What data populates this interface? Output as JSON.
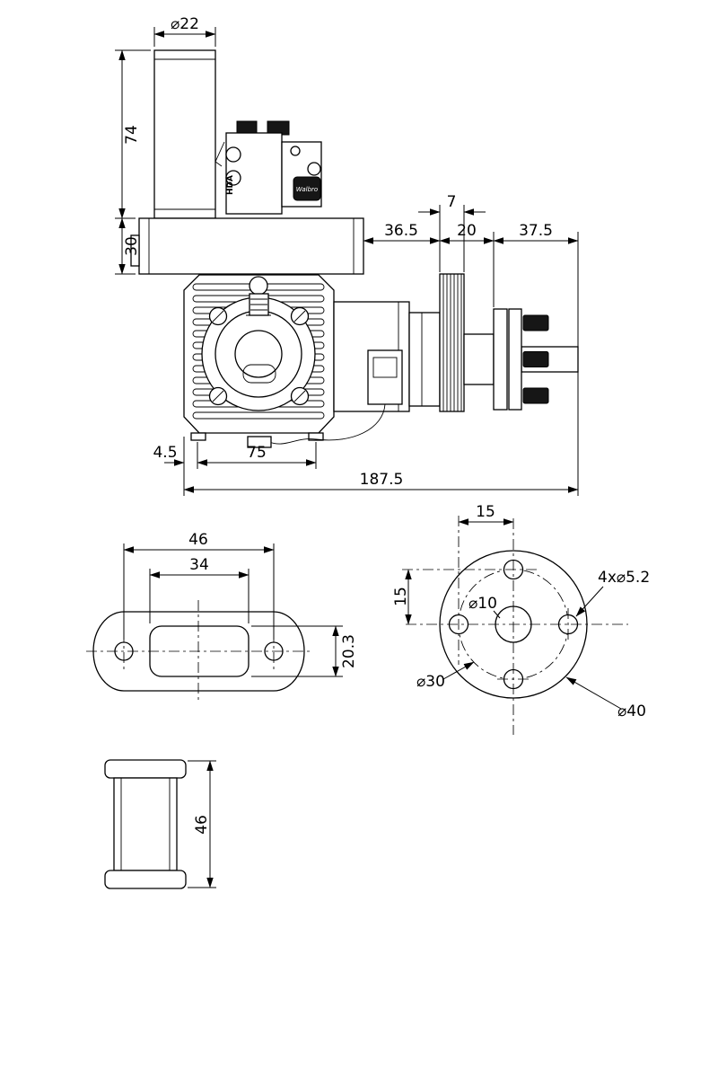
{
  "side_view": {
    "dims": {
      "pipe_diameter": "⌀22",
      "pipe_height": "74",
      "muffler_height": "30",
      "hub_width": "7",
      "case_to_hub": "36.5",
      "hub_section": "20",
      "shaft_section": "37.5",
      "mount_offset": "4.5",
      "mount_span": "75",
      "total_length": "187.5"
    },
    "carb": {
      "brand_side": "HDA",
      "brand_logo": "Walbro"
    }
  },
  "gasket_view": {
    "dims": {
      "hole_spacing": "46",
      "slot_width": "34",
      "slot_height": "20.3"
    }
  },
  "hub_view": {
    "dims": {
      "bolt_offset_h": "15",
      "bolt_offset_v": "15",
      "center_bore": "⌀10",
      "bolt_holes": "4x⌀5.2",
      "bolt_circle": "⌀30",
      "outer_diameter": "⌀40"
    }
  },
  "spacer_view": {
    "dims": {
      "height": "46"
    }
  }
}
